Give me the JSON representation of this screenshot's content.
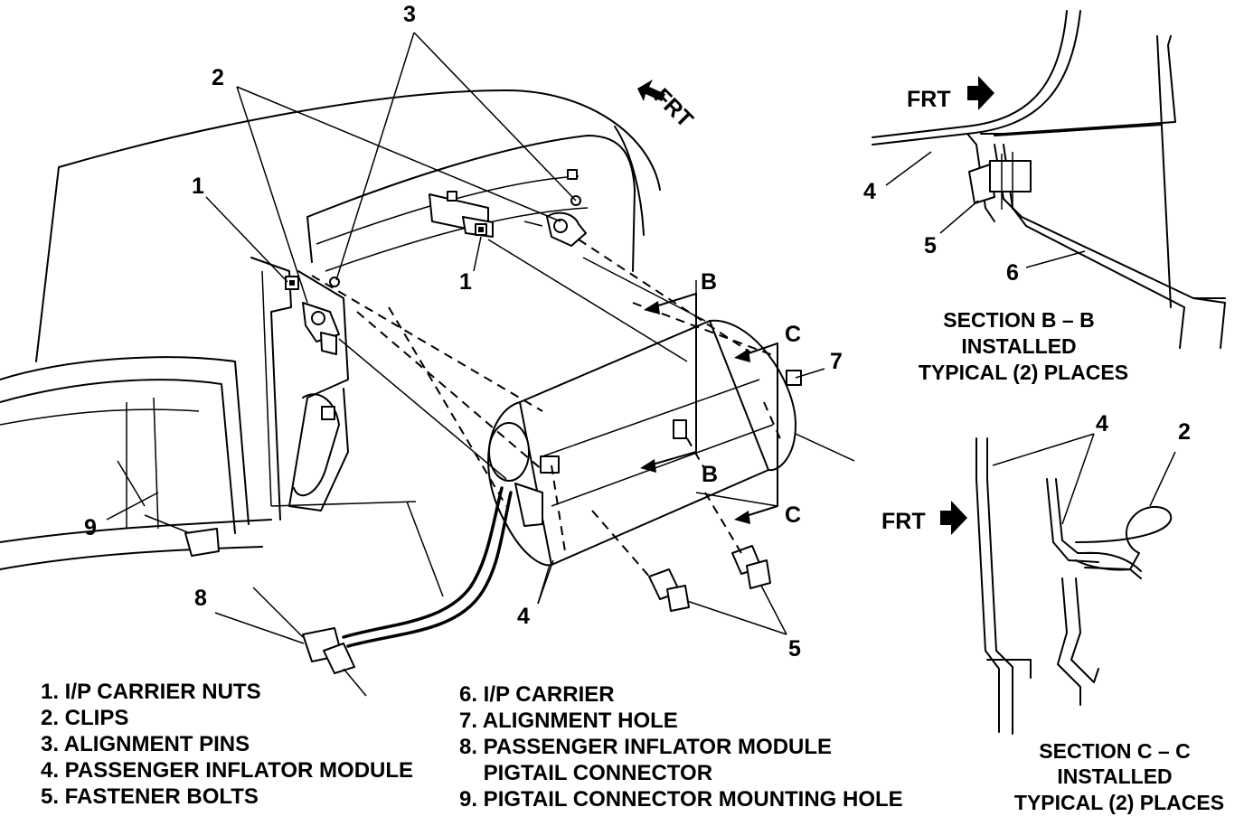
{
  "callouts": {
    "n1a": "1",
    "n1b": "1",
    "n2": "2",
    "n3": "3",
    "n4": "4",
    "n5": "5",
    "n7": "7",
    "n8": "8",
    "n9": "9",
    "bb_4": "4",
    "bb_5": "5",
    "bb_6": "6",
    "cc_4": "4",
    "cc_2": "2"
  },
  "section_labels": {
    "b_top": "B",
    "b_bottom": "B",
    "c_top": "C",
    "c_bottom": "C"
  },
  "frt": {
    "main": "FRT",
    "section_b": "FRT",
    "section_c": "FRT"
  },
  "section_b": {
    "line1": "SECTION B – B",
    "line2": "INSTALLED",
    "line3": "TYPICAL (2) PLACES"
  },
  "section_c": {
    "line1": "SECTION C – C",
    "line2": "INSTALLED",
    "line3": "TYPICAL (2) PLACES"
  },
  "legend": {
    "left": [
      "1. I/P CARRIER NUTS",
      "2. CLIPS",
      "3. ALIGNMENT PINS",
      "4. PASSENGER INFLATOR MODULE",
      "5. FASTENER BOLTS"
    ],
    "right": [
      "6. I/P CARRIER",
      "7. ALIGNMENT HOLE",
      "8. PASSENGER INFLATOR MODULE",
      "    PIGTAIL CONNECTOR",
      "9. PIGTAIL CONNECTOR MOUNTING HOLE"
    ]
  }
}
